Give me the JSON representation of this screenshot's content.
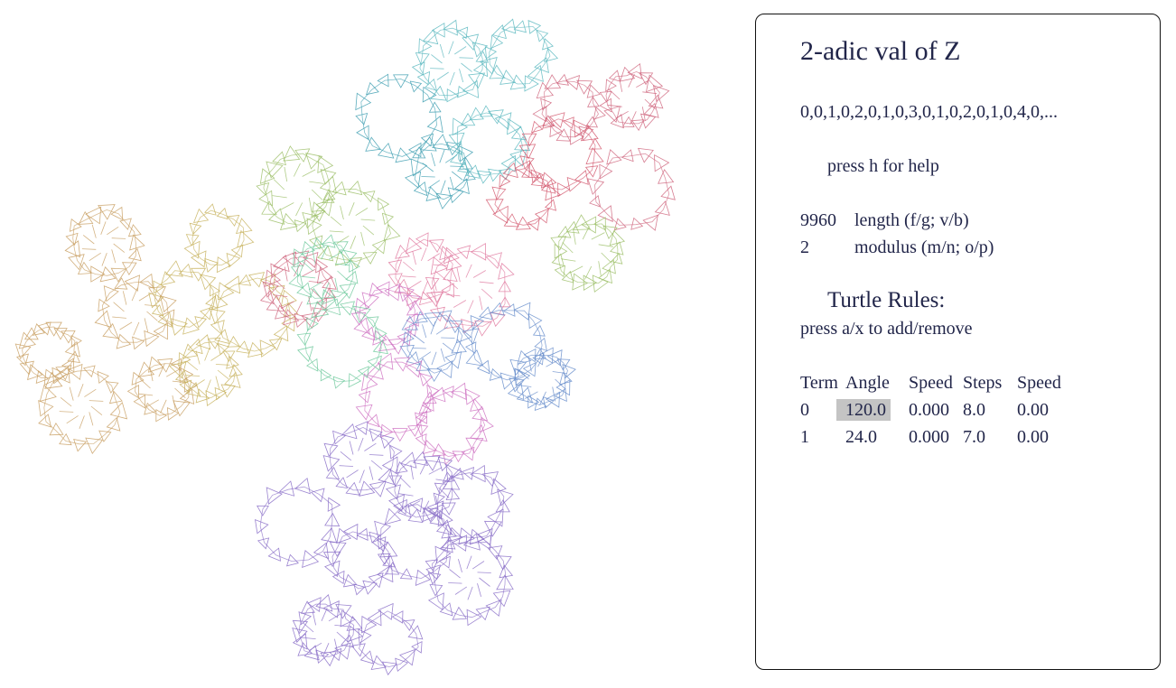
{
  "panel": {
    "title": "2-adic val of Z",
    "sequence": "0,0,1,0,2,0,1,0,3,0,1,0,2,0,1,0,4,0,...",
    "help": "press h for help",
    "length": {
      "value": "9960",
      "label": "length (f/g; v/b)"
    },
    "modulus": {
      "value": "2",
      "label": "modulus (m/n; o/p)"
    },
    "rules_title": "Turtle Rules:",
    "rules_hint": "press a/x to add/remove",
    "table": {
      "headers": [
        "Term",
        "Angle",
        "Speed",
        "Steps",
        "Speed"
      ],
      "rows": [
        [
          "0",
          "120.0",
          "0.000",
          "8.0",
          "0.00"
        ],
        [
          "1",
          "24.0",
          "0.000",
          "7.0",
          "0.00"
        ]
      ],
      "selected": {
        "row": 0,
        "col": 1
      }
    }
  },
  "art": {
    "colors": [
      "#c9a064",
      "#c8b35f",
      "#9dc06a",
      "#d06880",
      "#5cb8bf",
      "#3f9fb2",
      "#e07aa0",
      "#cf72c2",
      "#6a8fcc",
      "#8a6fc8",
      "#6ec99c",
      "#d45a70"
    ]
  }
}
